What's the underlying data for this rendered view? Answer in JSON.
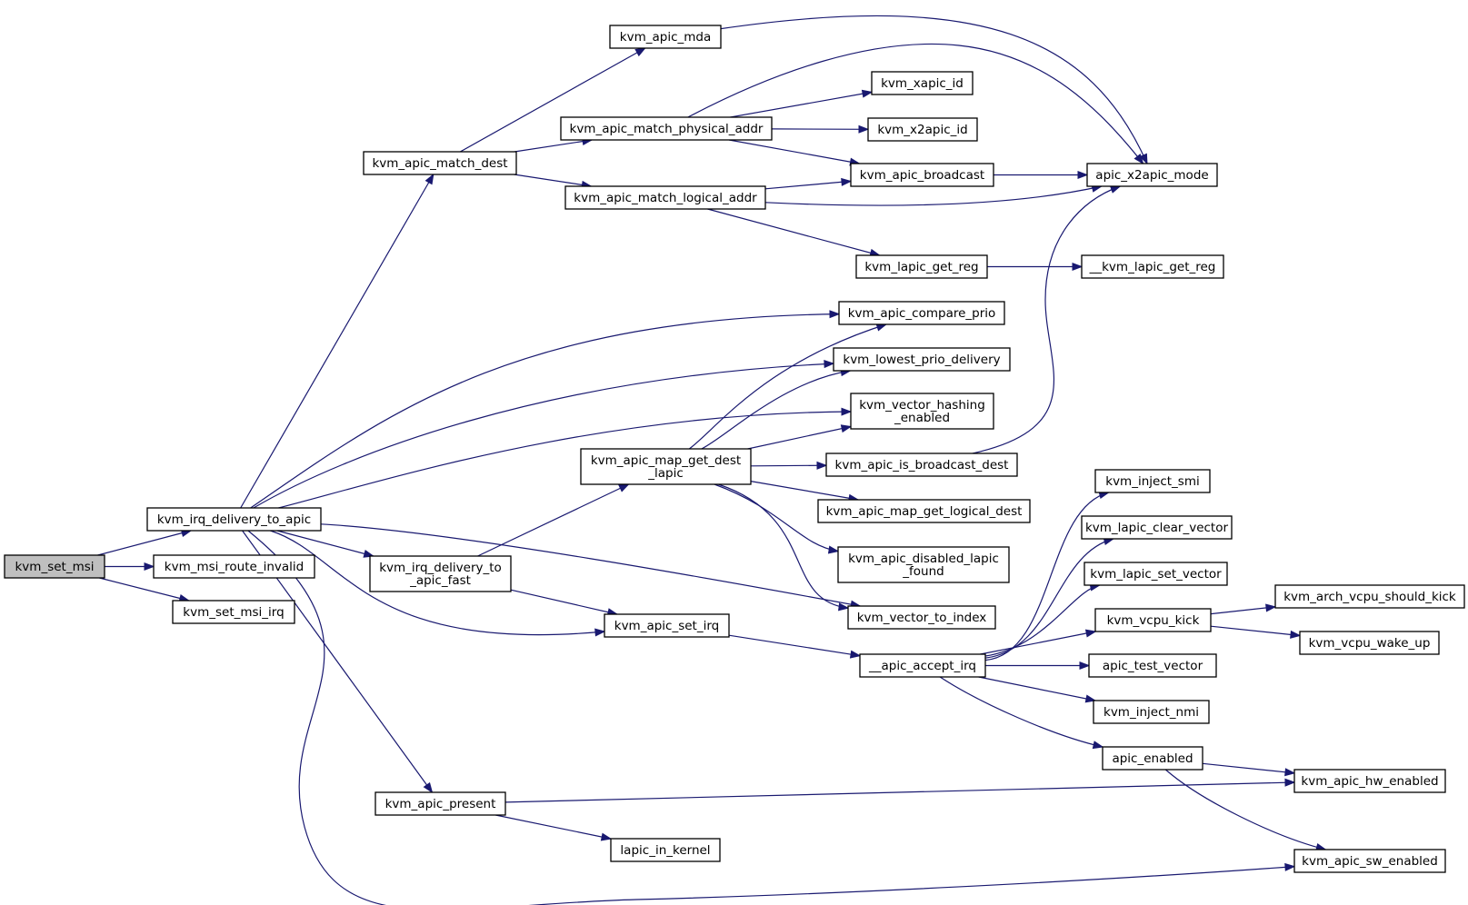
{
  "graph": {
    "nodes": [
      {
        "id": "kvm_set_msi",
        "lines": [
          "kvm_set_msi"
        ],
        "root": true
      },
      {
        "id": "kvm_irq_delivery_to_apic",
        "lines": [
          "kvm_irq_delivery_to_apic"
        ]
      },
      {
        "id": "kvm_msi_route_invalid",
        "lines": [
          "kvm_msi_route_invalid"
        ]
      },
      {
        "id": "kvm_set_msi_irq",
        "lines": [
          "kvm_set_msi_irq"
        ]
      },
      {
        "id": "kvm_apic_match_dest",
        "lines": [
          "kvm_apic_match_dest"
        ]
      },
      {
        "id": "kvm_irq_delivery_to_apic_fast",
        "lines": [
          "kvm_irq_delivery_to",
          "_apic_fast"
        ]
      },
      {
        "id": "kvm_apic_present",
        "lines": [
          "kvm_apic_present"
        ]
      },
      {
        "id": "kvm_apic_mda",
        "lines": [
          "kvm_apic_mda"
        ]
      },
      {
        "id": "kvm_apic_match_physical_addr",
        "lines": [
          "kvm_apic_match_physical_addr"
        ]
      },
      {
        "id": "kvm_apic_match_logical_addr",
        "lines": [
          "kvm_apic_match_logical_addr"
        ]
      },
      {
        "id": "kvm_apic_map_get_dest_lapic",
        "lines": [
          "kvm_apic_map_get_dest",
          "_lapic"
        ]
      },
      {
        "id": "kvm_apic_set_irq",
        "lines": [
          "kvm_apic_set_irq"
        ]
      },
      {
        "id": "lapic_in_kernel",
        "lines": [
          "lapic_in_kernel"
        ]
      },
      {
        "id": "kvm_xapic_id",
        "lines": [
          "kvm_xapic_id"
        ]
      },
      {
        "id": "kvm_x2apic_id",
        "lines": [
          "kvm_x2apic_id"
        ]
      },
      {
        "id": "kvm_apic_broadcast",
        "lines": [
          "kvm_apic_broadcast"
        ]
      },
      {
        "id": "kvm_lapic_get_reg",
        "lines": [
          "kvm_lapic_get_reg"
        ]
      },
      {
        "id": "kvm_apic_compare_prio",
        "lines": [
          "kvm_apic_compare_prio"
        ]
      },
      {
        "id": "kvm_lowest_prio_delivery",
        "lines": [
          "kvm_lowest_prio_delivery"
        ]
      },
      {
        "id": "kvm_vector_hashing_enabled",
        "lines": [
          "kvm_vector_hashing",
          "_enabled"
        ]
      },
      {
        "id": "kvm_apic_is_broadcast_dest",
        "lines": [
          "kvm_apic_is_broadcast_dest"
        ]
      },
      {
        "id": "kvm_apic_map_get_logical_dest",
        "lines": [
          "kvm_apic_map_get_logical_dest"
        ]
      },
      {
        "id": "kvm_apic_disabled_lapic_found",
        "lines": [
          "kvm_apic_disabled_lapic",
          "_found"
        ]
      },
      {
        "id": "kvm_vector_to_index",
        "lines": [
          "kvm_vector_to_index"
        ]
      },
      {
        "id": "__apic_accept_irq",
        "lines": [
          "__apic_accept_irq"
        ]
      },
      {
        "id": "apic_x2apic_mode",
        "lines": [
          "apic_x2apic_mode"
        ]
      },
      {
        "id": "__kvm_lapic_get_reg",
        "lines": [
          "__kvm_lapic_get_reg"
        ]
      },
      {
        "id": "kvm_inject_smi",
        "lines": [
          "kvm_inject_smi"
        ]
      },
      {
        "id": "kvm_lapic_clear_vector",
        "lines": [
          "kvm_lapic_clear_vector"
        ]
      },
      {
        "id": "kvm_lapic_set_vector",
        "lines": [
          "kvm_lapic_set_vector"
        ]
      },
      {
        "id": "kvm_vcpu_kick",
        "lines": [
          "kvm_vcpu_kick"
        ]
      },
      {
        "id": "apic_test_vector",
        "lines": [
          "apic_test_vector"
        ]
      },
      {
        "id": "kvm_inject_nmi",
        "lines": [
          "kvm_inject_nmi"
        ]
      },
      {
        "id": "apic_enabled",
        "lines": [
          "apic_enabled"
        ]
      },
      {
        "id": "kvm_arch_vcpu_should_kick",
        "lines": [
          "kvm_arch_vcpu_should_kick"
        ]
      },
      {
        "id": "kvm_vcpu_wake_up",
        "lines": [
          "kvm_vcpu_wake_up"
        ]
      },
      {
        "id": "kvm_apic_hw_enabled",
        "lines": [
          "kvm_apic_hw_enabled"
        ]
      },
      {
        "id": "kvm_apic_sw_enabled",
        "lines": [
          "kvm_apic_sw_enabled"
        ]
      }
    ],
    "edges": [
      [
        "kvm_set_msi",
        "kvm_irq_delivery_to_apic"
      ],
      [
        "kvm_set_msi",
        "kvm_msi_route_invalid"
      ],
      [
        "kvm_set_msi",
        "kvm_set_msi_irq"
      ],
      [
        "kvm_irq_delivery_to_apic",
        "kvm_apic_match_dest"
      ],
      [
        "kvm_irq_delivery_to_apic",
        "kvm_apic_compare_prio"
      ],
      [
        "kvm_irq_delivery_to_apic",
        "kvm_lowest_prio_delivery"
      ],
      [
        "kvm_irq_delivery_to_apic",
        "kvm_vector_hashing_enabled"
      ],
      [
        "kvm_irq_delivery_to_apic",
        "kvm_irq_delivery_to_apic_fast"
      ],
      [
        "kvm_irq_delivery_to_apic",
        "kvm_vector_to_index"
      ],
      [
        "kvm_irq_delivery_to_apic",
        "kvm_apic_set_irq"
      ],
      [
        "kvm_irq_delivery_to_apic",
        "kvm_apic_present"
      ],
      [
        "kvm_irq_delivery_to_apic",
        "kvm_apic_sw_enabled"
      ],
      [
        "kvm_apic_match_dest",
        "kvm_apic_mda"
      ],
      [
        "kvm_apic_match_dest",
        "kvm_apic_match_physical_addr"
      ],
      [
        "kvm_apic_match_dest",
        "kvm_apic_match_logical_addr"
      ],
      [
        "kvm_apic_mda",
        "apic_x2apic_mode"
      ],
      [
        "kvm_apic_match_physical_addr",
        "apic_x2apic_mode"
      ],
      [
        "kvm_apic_match_physical_addr",
        "kvm_xapic_id"
      ],
      [
        "kvm_apic_match_physical_addr",
        "kvm_x2apic_id"
      ],
      [
        "kvm_apic_match_physical_addr",
        "kvm_apic_broadcast"
      ],
      [
        "kvm_apic_match_logical_addr",
        "kvm_apic_broadcast"
      ],
      [
        "kvm_apic_match_logical_addr",
        "apic_x2apic_mode"
      ],
      [
        "kvm_apic_match_logical_addr",
        "kvm_lapic_get_reg"
      ],
      [
        "kvm_apic_broadcast",
        "apic_x2apic_mode"
      ],
      [
        "kvm_lapic_get_reg",
        "__kvm_lapic_get_reg"
      ],
      [
        "kvm_irq_delivery_to_apic_fast",
        "kvm_apic_map_get_dest_lapic"
      ],
      [
        "kvm_irq_delivery_to_apic_fast",
        "kvm_apic_set_irq"
      ],
      [
        "kvm_apic_map_get_dest_lapic",
        "kvm_apic_compare_prio"
      ],
      [
        "kvm_apic_map_get_dest_lapic",
        "kvm_lowest_prio_delivery"
      ],
      [
        "kvm_apic_map_get_dest_lapic",
        "kvm_vector_hashing_enabled"
      ],
      [
        "kvm_apic_map_get_dest_lapic",
        "kvm_apic_is_broadcast_dest"
      ],
      [
        "kvm_apic_map_get_dest_lapic",
        "kvm_apic_map_get_logical_dest"
      ],
      [
        "kvm_apic_map_get_dest_lapic",
        "kvm_apic_disabled_lapic_found"
      ],
      [
        "kvm_apic_map_get_dest_lapic",
        "kvm_vector_to_index"
      ],
      [
        "kvm_apic_is_broadcast_dest",
        "apic_x2apic_mode"
      ],
      [
        "kvm_apic_set_irq",
        "__apic_accept_irq"
      ],
      [
        "__apic_accept_irq",
        "kvm_inject_smi"
      ],
      [
        "__apic_accept_irq",
        "kvm_lapic_clear_vector"
      ],
      [
        "__apic_accept_irq",
        "kvm_lapic_set_vector"
      ],
      [
        "__apic_accept_irq",
        "kvm_vcpu_kick"
      ],
      [
        "__apic_accept_irq",
        "apic_test_vector"
      ],
      [
        "__apic_accept_irq",
        "kvm_inject_nmi"
      ],
      [
        "__apic_accept_irq",
        "apic_enabled"
      ],
      [
        "kvm_vcpu_kick",
        "kvm_arch_vcpu_should_kick"
      ],
      [
        "kvm_vcpu_kick",
        "kvm_vcpu_wake_up"
      ],
      [
        "apic_enabled",
        "kvm_apic_hw_enabled"
      ],
      [
        "apic_enabled",
        "kvm_apic_sw_enabled"
      ],
      [
        "kvm_apic_present",
        "kvm_apic_hw_enabled"
      ],
      [
        "kvm_apic_present",
        "lapic_in_kernel"
      ]
    ]
  }
}
